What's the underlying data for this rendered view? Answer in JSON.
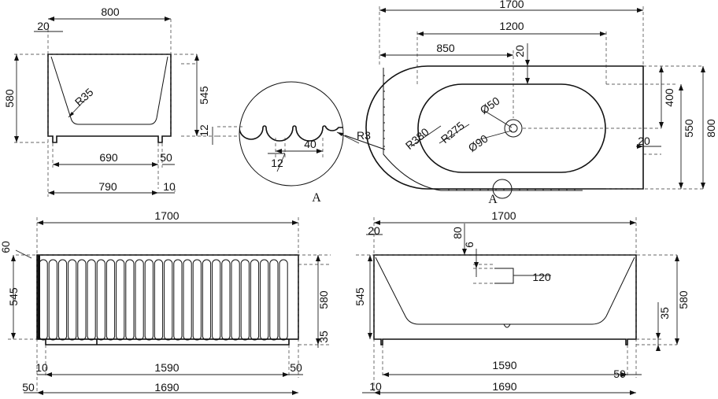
{
  "side_view": {
    "dims": [
      "800",
      "20",
      "580",
      "545",
      "12",
      "690",
      "50",
      "790",
      "10"
    ],
    "radius": "R35"
  },
  "detail_a": {
    "dims": [
      "R3",
      "40",
      "12"
    ],
    "label": "A"
  },
  "top_view": {
    "dims": [
      "1700",
      "1200",
      "850",
      "20",
      "400",
      "550",
      "800",
      "20"
    ],
    "radii": [
      "R380",
      "R275"
    ],
    "diameters": [
      "Ø50",
      "Ø90"
    ],
    "detail_marker": "A"
  },
  "front_view": {
    "dims": [
      "1700",
      "60",
      "545",
      "580",
      "35",
      "10",
      "1590",
      "50",
      "50",
      "1690"
    ]
  },
  "back_view": {
    "dims": [
      "1700",
      "20",
      "80",
      "6",
      "120",
      "545",
      "580",
      "35",
      "1590",
      "50",
      "10",
      "1690"
    ]
  }
}
